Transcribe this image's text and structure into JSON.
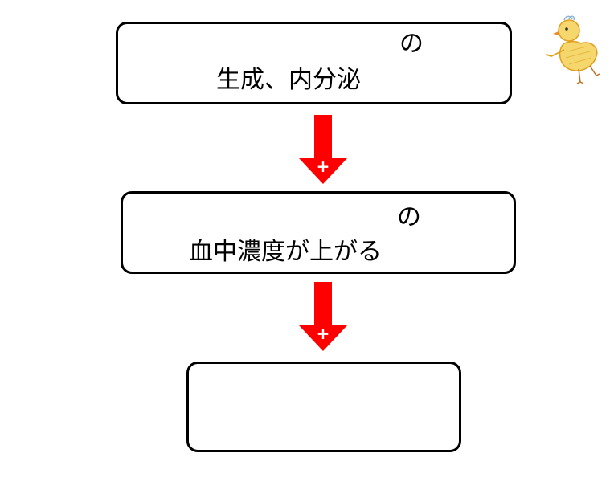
{
  "boxes": [
    {
      "particle": "の",
      "text": "生成、内分泌"
    },
    {
      "particle": "の",
      "text": "血中濃度が上がる"
    },
    {
      "particle": "",
      "text": ""
    }
  ],
  "arrows": [
    {
      "sign": "+"
    },
    {
      "sign": "+"
    }
  ],
  "colors": {
    "arrow": "#ff0000",
    "border": "#000000"
  },
  "icons": {
    "mascot": "chick-icon",
    "arrow": "down-arrow-icon"
  }
}
